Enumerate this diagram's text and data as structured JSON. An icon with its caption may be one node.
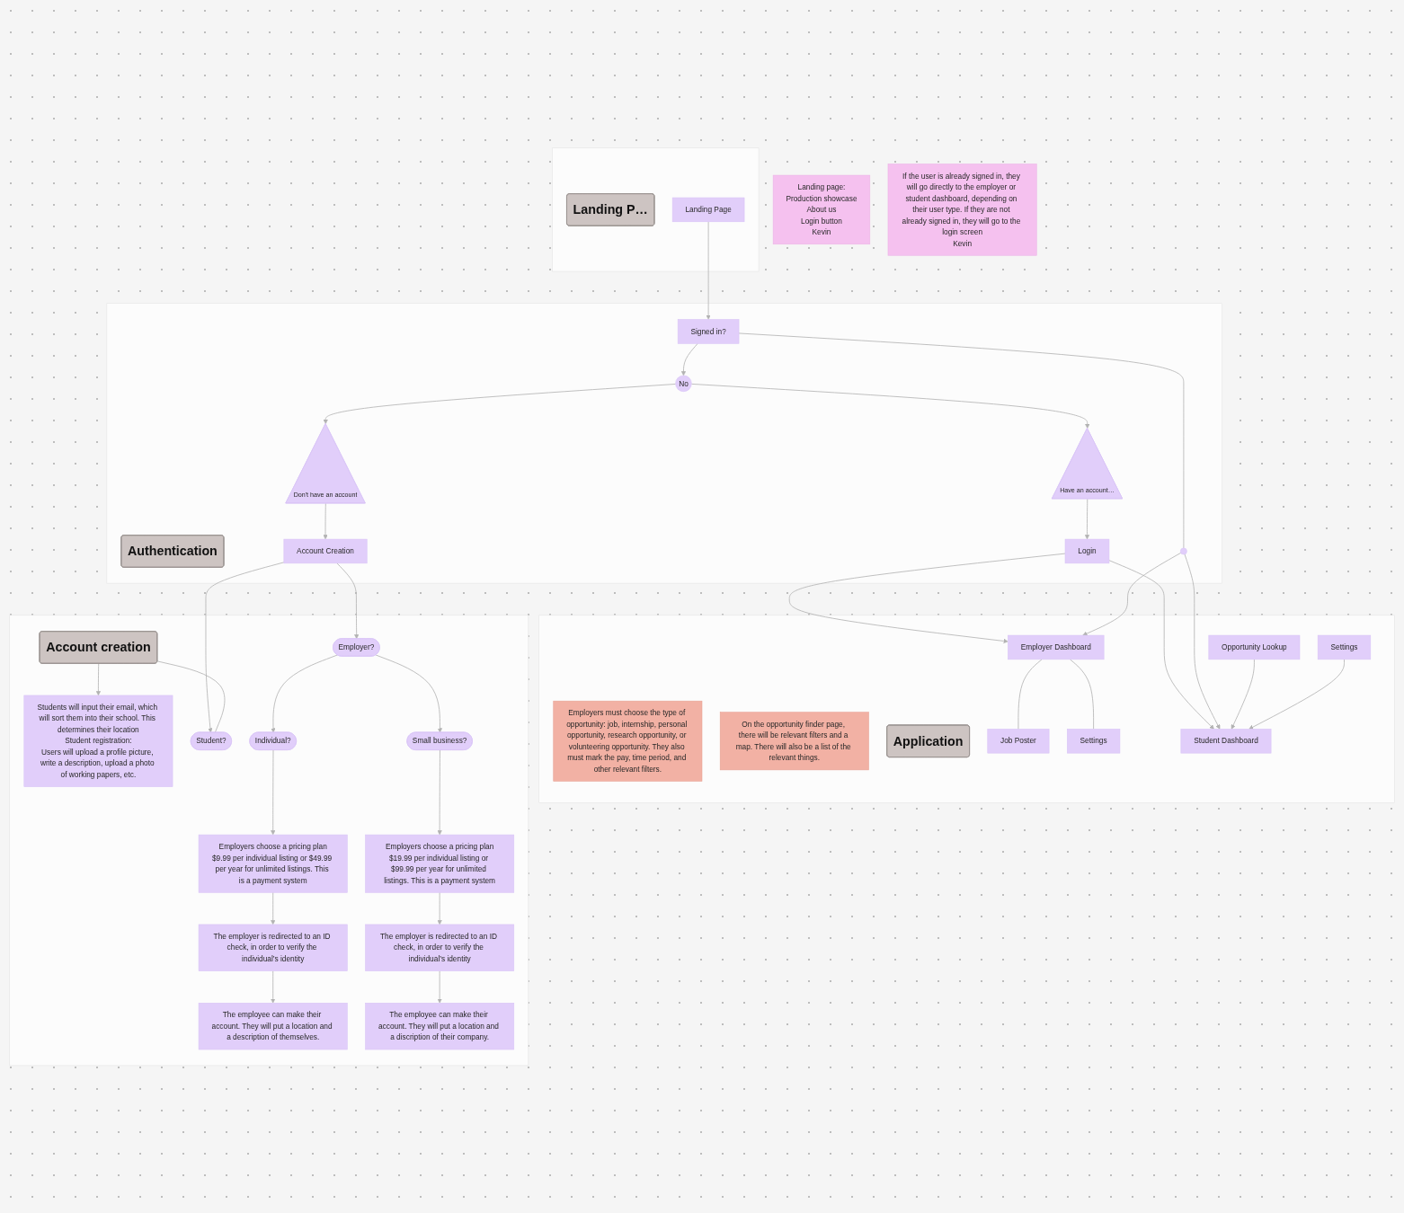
{
  "diagram": {
    "nodes": [
      {
        "text": [],
        "shape": "box"
      },
      {
        "text": [
          "Landing P…"
        ],
        "in": 0
      },
      {
        "text": [
          "Landing Page"
        ],
        "in": 0
      },
      {
        "text": [
          "Landing page:",
          "Production showcase",
          "About us",
          "Login button",
          "Kevin"
        ]
      },
      {
        "text": [
          "If the user is already signed in, they will go directly to the employer or student dashboard, depending on their user type. If they are not already signed in, they will go to the login screen",
          "Kevin"
        ]
      },
      {
        "text": [],
        "shape": "box"
      },
      {
        "text": [
          "Authentication"
        ],
        "in": 5
      },
      {
        "text": [],
        "shape": "circle",
        "in": 5
      },
      {
        "text": [
          "Signed in?"
        ],
        "in": 5
      },
      {
        "text": [
          "No"
        ],
        "in": 5
      },
      {
        "text": [
          "Have an account…"
        ],
        "in": 5
      },
      {
        "text": [
          "Login"
        ],
        "in": 5
      },
      {
        "text": [
          "Don't have an account"
        ],
        "in": 5
      },
      {
        "text": [
          "Account Creation"
        ],
        "in": 5
      },
      {
        "text": [],
        "shape": "box"
      },
      {
        "text": [
          "Application"
        ],
        "in": 14
      },
      {
        "text": [
          "Job Poster"
        ],
        "in": 14
      },
      {
        "text": [
          "Employer Dashboard"
        ],
        "in": 14
      },
      {
        "text": [
          "Settings"
        ],
        "in": 14
      },
      {
        "text": [
          "Employers must choose the type of opportunity: job, internship, personal opportunity, research opportunity, or volunteering opportunity. They also must mark the pay, time period, and other relevant filters."
        ],
        "in": 14
      },
      {
        "text": [
          "Opportunity Lookup"
        ],
        "in": 14
      },
      {
        "text": [
          "Student Dashboard"
        ],
        "in": 14
      },
      {
        "text": [
          "Settings"
        ],
        "in": 14
      },
      {
        "text": [
          "On the opportunity finder page, there will be relevant filters and a map. There will also be a list of the relevant things."
        ],
        "in": 14
      },
      {
        "text": [],
        "shape": "box"
      },
      {
        "text": [
          "Account creation"
        ],
        "in": 24
      },
      {
        "text": [
          "Student?"
        ],
        "in": 24
      },
      {
        "text": [
          "Employer?"
        ],
        "in": 24
      },
      {
        "text": [
          "Individual?"
        ],
        "in": 24
      },
      {
        "text": [
          "Small business?"
        ],
        "in": 24
      },
      {
        "text": [
          "Students will input their email, which will sort them into their school. This determines their location",
          "Student registration:",
          "Users will upload a profile picture, write a description, upload a photo of working papers, etc."
        ],
        "in": 24
      },
      {
        "text": [
          "Employers choose a pricing plan",
          "$9.99 per individual listing or $49.99 per year for unlimited listings. This is a payment system"
        ],
        "in": 24
      },
      {
        "text": [
          "Employers choose a pricing plan",
          "$19.99 per individual listing or $99.99 per year for unlimited listings. This is a payment system"
        ],
        "in": 24
      },
      {
        "text": [
          "The employer is redirected to an ID check, in order to verify the individual’s identity"
        ],
        "in": 24
      },
      {
        "text": [
          "The employer is redirected to an ID check, in order to verify the individual’s identity"
        ],
        "in": 24
      },
      {
        "text": [
          "The employee can make their account. They will put a location and a description of themselves."
        ],
        "in": 24
      },
      {
        "text": [
          "The employee can make their account. They will put a location and a discription of their company."
        ],
        "in": 24
      }
    ],
    "edges": [
      {
        "from": 2,
        "to": 8,
        "arrow": "to"
      },
      {
        "from": 8,
        "to": 7,
        "arrow": "none"
      },
      {
        "from": 8,
        "to": 9,
        "arrow": "to"
      },
      {
        "from": 9,
        "to": 10,
        "arrow": "to"
      },
      {
        "from": 9,
        "to": 12,
        "arrow": "to"
      },
      {
        "from": 10,
        "to": 11,
        "arrow": "to"
      },
      {
        "from": 12,
        "to": 13,
        "arrow": "to"
      },
      {
        "from": 11,
        "to": 17,
        "arrow": "to"
      },
      {
        "from": 11,
        "to": 21,
        "arrow": "to"
      },
      {
        "from": 7,
        "to": 17,
        "arrow": "to"
      },
      {
        "from": 7,
        "to": 21,
        "arrow": "to"
      },
      {
        "from": 17,
        "to": 16,
        "arrow": "none"
      },
      {
        "from": 17,
        "to": 18,
        "arrow": "none"
      },
      {
        "from": 20,
        "to": 21,
        "arrow": "to"
      },
      {
        "from": 22,
        "to": 21,
        "arrow": "to"
      },
      {
        "from": 13,
        "to": 26,
        "arrow": "to"
      },
      {
        "from": 13,
        "to": 27,
        "arrow": "to"
      },
      {
        "from": 25,
        "to": 26,
        "arrow": "none"
      },
      {
        "from": 25,
        "to": 30,
        "arrow": "to"
      },
      {
        "from": 27,
        "to": 28,
        "arrow": "to"
      },
      {
        "from": 27,
        "to": 29,
        "arrow": "to"
      },
      {
        "from": 28,
        "to": 31,
        "arrow": "to"
      },
      {
        "from": 29,
        "to": 32,
        "arrow": "to"
      },
      {
        "from": 31,
        "to": 33,
        "arrow": "to"
      },
      {
        "from": 33,
        "to": 35,
        "arrow": "to"
      },
      {
        "from": 32,
        "to": 34,
        "arrow": "to"
      },
      {
        "from": 34,
        "to": 36,
        "arrow": "to"
      }
    ]
  }
}
